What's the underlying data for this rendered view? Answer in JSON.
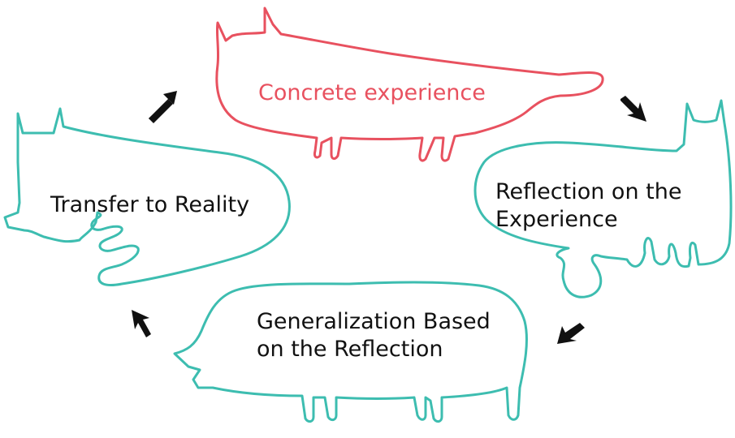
{
  "colors": {
    "accent": "#e8515f",
    "teal": "#3dbdb0",
    "text": "#111111",
    "arrow": "#111111"
  },
  "cycle": {
    "concrete_experience": {
      "lines": [
        "Concrete experience"
      ],
      "color": "#e8515f"
    },
    "reflection": {
      "lines": [
        "Reflection on the",
        "Experience"
      ],
      "color": "#3dbdb0"
    },
    "generalization": {
      "lines": [
        "Generalization Based",
        "on the Reflection"
      ],
      "color": "#3dbdb0"
    },
    "transfer": {
      "lines": [
        "Transfer to Reality"
      ],
      "color": "#3dbdb0"
    }
  },
  "icons": [
    "cat-silhouette-icon",
    "arrow-icon"
  ]
}
